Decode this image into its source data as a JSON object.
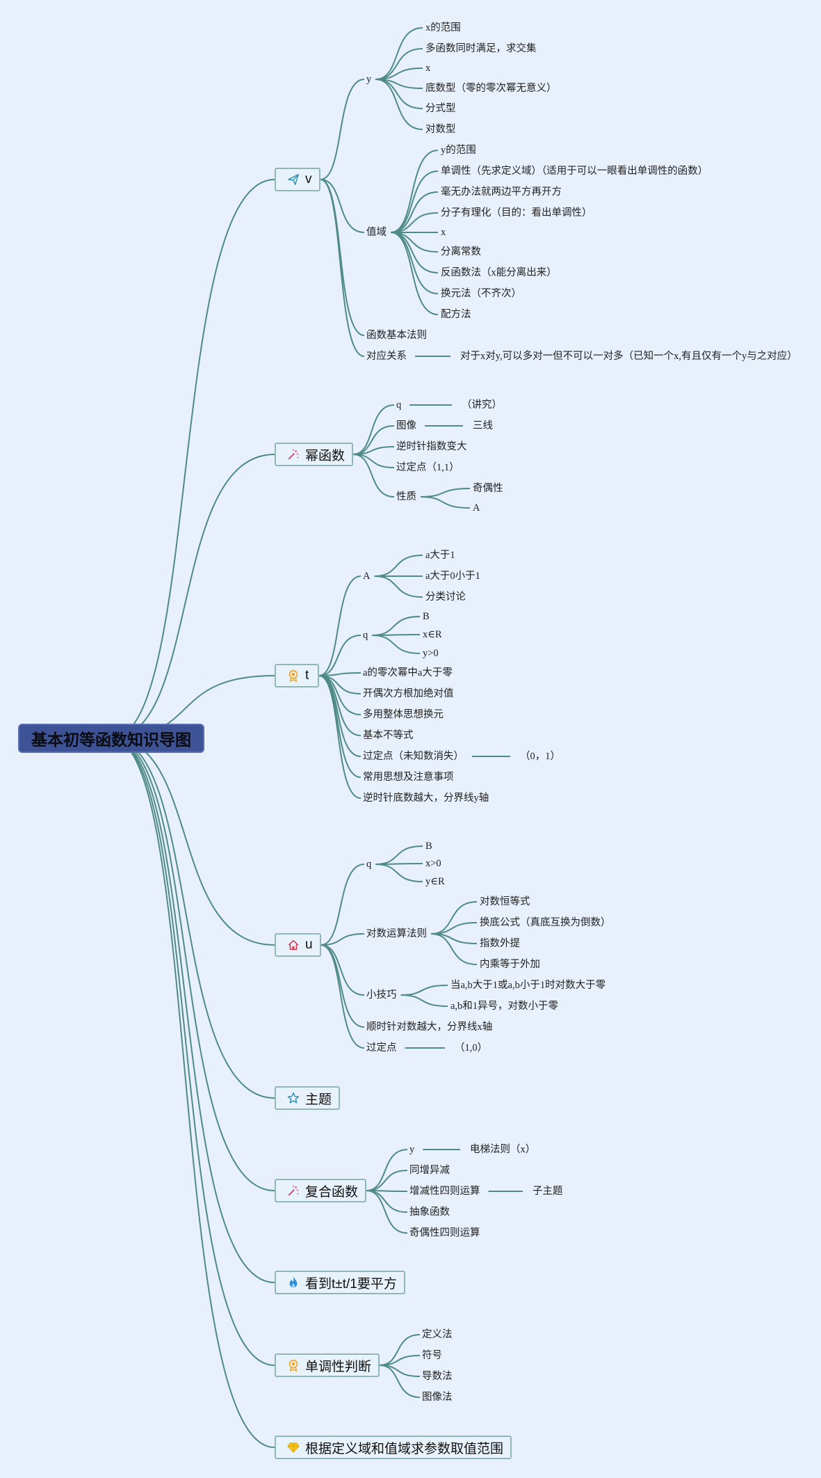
{
  "root": "基本初等函数知识导图",
  "branches": [
    {
      "icon": "paper-plane-icon",
      "label": "v",
      "items": [
        {
          "label": "y",
          "children": [
            {
              "label": "x的范围"
            },
            {
              "label": "多函数同时满足，求交集"
            },
            {
              "label": "x"
            },
            {
              "label": "底数型（零的零次幂无意义）"
            },
            {
              "label": "分式型"
            },
            {
              "label": "对数型"
            }
          ]
        },
        {
          "label": "值域",
          "children": [
            {
              "label": "y的范围"
            },
            {
              "label": "单调性（先求定义域）（适用于可以一眼看出单调性的函数）"
            },
            {
              "label": "毫无办法就两边平方再开方"
            },
            {
              "label": "分子有理化（目的：看出单调性）"
            },
            {
              "label": "x"
            },
            {
              "label": "分离常数"
            },
            {
              "label": "反函数法（x能分离出来）"
            },
            {
              "label": "换元法（不齐次）"
            },
            {
              "label": "配方法"
            }
          ]
        },
        {
          "label": "函数基本法则"
        },
        {
          "label": "对应关系",
          "children": [
            {
              "label": "对于x对y,可以多对一但不可以一对多（已知一个x,有且仅有一个y与之对应）"
            }
          ]
        }
      ]
    },
    {
      "icon": "magic-wand-icon",
      "label": "幂函数",
      "items": [
        {
          "label": "q",
          "children": [
            {
              "label": "（讲究）"
            }
          ]
        },
        {
          "label": "图像",
          "children": [
            {
              "label": "三线"
            }
          ]
        },
        {
          "label": "逆时针指数变大"
        },
        {
          "label": "过定点（1,1）"
        },
        {
          "label": "性质",
          "children": [
            {
              "label": "奇偶性"
            },
            {
              "label": "A"
            }
          ]
        }
      ]
    },
    {
      "icon": "award-icon",
      "label": "t",
      "items": [
        {
          "label": "A",
          "children": [
            {
              "label": "a大于1"
            },
            {
              "label": "a大于0小于1"
            },
            {
              "label": "分类讨论"
            }
          ]
        },
        {
          "label": "q",
          "children": [
            {
              "label": "B"
            },
            {
              "label": "x∈R"
            },
            {
              "label": "y>0"
            }
          ]
        },
        {
          "label": "a的零次幂中a大于零"
        },
        {
          "label": "开偶次方根加绝对值"
        },
        {
          "label": "多用整体思想换元"
        },
        {
          "label": "基本不等式"
        },
        {
          "label": "过定点（未知数消失）",
          "children": [
            {
              "label": "（0，1）"
            }
          ]
        },
        {
          "label": "常用思想及注意事项"
        },
        {
          "label": "逆时针底数越大，分界线y轴"
        }
      ]
    },
    {
      "icon": "home-icon",
      "label": "u",
      "items": [
        {
          "label": "q",
          "children": [
            {
              "label": "B"
            },
            {
              "label": "x>0"
            },
            {
              "label": "y∈R"
            }
          ]
        },
        {
          "label": "对数运算法则",
          "children": [
            {
              "label": "对数恒等式"
            },
            {
              "label": "换底公式（真底互换为倒数）"
            },
            {
              "label": "指数外提"
            },
            {
              "label": "内乘等于外加"
            }
          ]
        },
        {
          "label": "小技巧",
          "children": [
            {
              "label": "当a,b大于1或a,b小于1时对数大于零"
            },
            {
              "label": "a,b和1异号，对数小于零"
            }
          ]
        },
        {
          "label": "顺时针对数越大，分界线x轴"
        },
        {
          "label": "过定点",
          "children": [
            {
              "label": "（1,0）"
            }
          ]
        }
      ]
    },
    {
      "icon": "star-icon",
      "label": "主题",
      "items": []
    },
    {
      "icon": "magic-wand-icon",
      "label": "复合函数",
      "items": [
        {
          "label": "y",
          "children": [
            {
              "label": "电梯法则（x）"
            }
          ]
        },
        {
          "label": "同增异减"
        },
        {
          "label": "增减性四则运算",
          "children": [
            {
              "label": "子主题"
            }
          ]
        },
        {
          "label": "抽象函数"
        },
        {
          "label": "奇偶性四则运算"
        }
      ]
    },
    {
      "icon": "fire-icon",
      "label": "看到t±t/1要平方",
      "items": []
    },
    {
      "icon": "award-icon",
      "label": "单调性判断",
      "items": [
        {
          "label": "定义法"
        },
        {
          "label": "符号"
        },
        {
          "label": "导数法"
        },
        {
          "label": "图像法"
        }
      ]
    },
    {
      "icon": "diamond-icon",
      "label": "根据定义域和值域求参数取值范围",
      "items": []
    }
  ]
}
